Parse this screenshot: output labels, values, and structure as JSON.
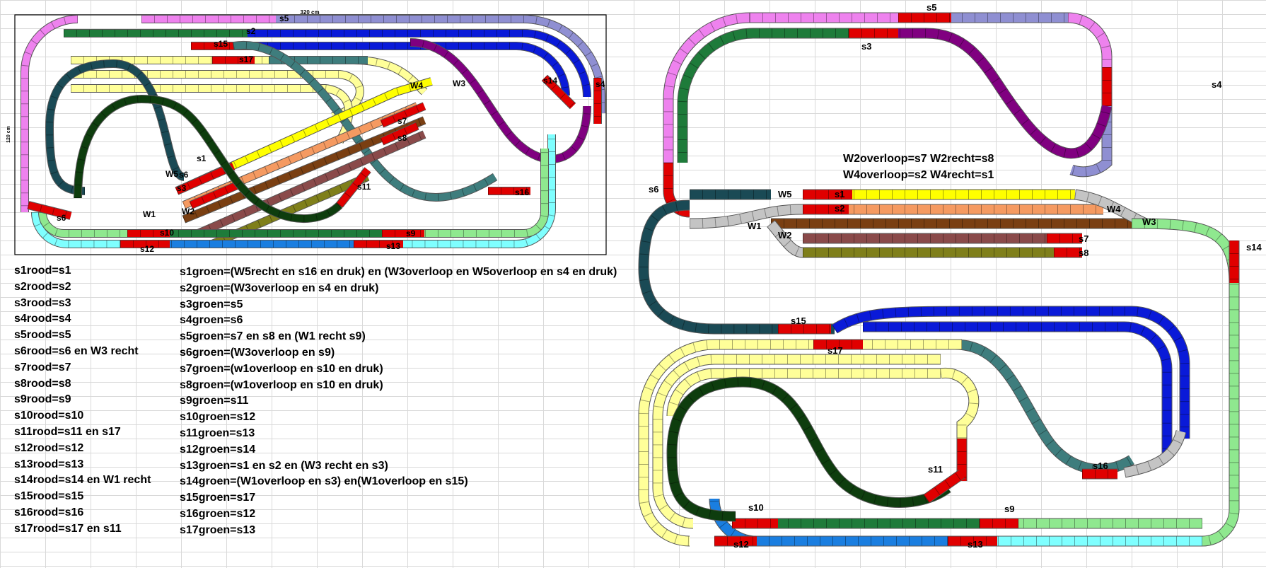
{
  "colors": {
    "pink": "#ee82ee",
    "darkgreen": "#1e7b3a",
    "purple": "#800080",
    "blue": "#0a1ad8",
    "lavender": "#8f8fd2",
    "yellow": "#ffff00",
    "lightyellow": "#ffff99",
    "orange": "#f59a61",
    "brown": "#7a3f12",
    "rosebrown": "#8a4a4a",
    "olive": "#7f7f1a",
    "teal": "#3e7d7d",
    "cyan": "#7fffff",
    "lightgreen": "#8fe88f",
    "skyblue": "#1a7ee0",
    "forest": "#0e3d0e",
    "deepteal": "#1a4a55",
    "red": "#e00000",
    "gray": "#c4c4c4"
  },
  "small_layout": {
    "dimension_top": "320 cm",
    "dimension_left": "120 cm",
    "signals": [
      "s5",
      "s2",
      "s15",
      "s17",
      "W4",
      "W3",
      "s14",
      "s4",
      "s7",
      "s8",
      "s1",
      "s6",
      "s3",
      "W5",
      "s11",
      "s16",
      "W1",
      "W2",
      "s6",
      "s10",
      "s9",
      "s12",
      "s13"
    ]
  },
  "large_layout": {
    "signals": [
      "s5",
      "s3",
      "s4",
      "s6",
      "W5",
      "s1",
      "s2",
      "W4",
      "W3",
      "s14",
      "W1",
      "W2",
      "s7",
      "s8",
      "s15",
      "s17",
      "s11",
      "s16",
      "s10",
      "s9",
      "s12",
      "s13"
    ],
    "notes": [
      "W2overloop=s7  W2recht=s8",
      "W4overloop=s2  W4recht=s1"
    ]
  },
  "rood_rules": [
    "s1rood=s1",
    "s2rood=s2",
    "s3rood=s3",
    "s4rood=s4",
    "s5rood=s5",
    "s6rood=s6 en W3 recht",
    "s7rood=s7",
    "s8rood=s8",
    "s9rood=s9",
    "s10rood=s10",
    "s11rood=s11 en s17",
    "s12rood=s12",
    "s13rood=s13",
    "s14rood=s14 en W1 recht",
    "s15rood=s15",
    "s16rood=s16",
    "s17rood=s17 en s11"
  ],
  "groen_rules": [
    "s1groen=(W5recht en s16 en druk) en (W3overloop en W5overloop en s4 en druk)",
    "s2groen=(W3overloop en s4 en druk)",
    "s3groen=s5",
    "s4groen=s6",
    "s5groen=s7 en s8 en (W1 recht s9)",
    "s6groen=(W3overloop en s9)",
    "s7groen=(w1overloop en s10 en druk)",
    "s8groen=(w1overloop en s10 en druk)",
    "s9groen=s11",
    "s10groen=s12",
    "s11groen=s13",
    "s12groen=s14",
    "s13groen=s1 en s2 en (W3 recht en s3)",
    "s14groen=(W1overloop en s3) en(W1overloop en s15)",
    "s15groen=s17",
    "s16groen=s12",
    "s17groen=s13"
  ]
}
